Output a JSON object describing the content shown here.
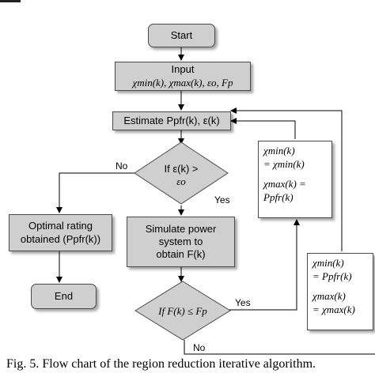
{
  "start": "Start",
  "input": {
    "title": "Input",
    "params": "χmin(k), χmax(k), εo, Fp"
  },
  "estimate": "Estimate Ppfr(k), ε(k)",
  "decision1": {
    "line1": "If ε(k) >",
    "line2": "εo",
    "no": "No",
    "yes": "Yes"
  },
  "simulate": {
    "line1": "Simulate power",
    "line2": "system to",
    "line3": "obtain F(k)"
  },
  "decision2": {
    "text": "If F(k) ≤ Fp",
    "yes": "Yes",
    "no": "No"
  },
  "optimal": {
    "line1": "Optimal rating",
    "line2": "obtained (Ppfr(k))"
  },
  "end": "End",
  "update_max": {
    "l1": "χmin(k)",
    "l2": "= χmin(k)",
    "l3": "χmax(k) =",
    "l4": "Ppfr(k)"
  },
  "update_min": {
    "l1": "χmin(k)",
    "l2": "= Ppfr(k)",
    "l3": "χmax(k)",
    "l4": "= χmax(k)"
  },
  "caption": "Fig. 5. Flow chart of the region reduction iterative algorithm."
}
